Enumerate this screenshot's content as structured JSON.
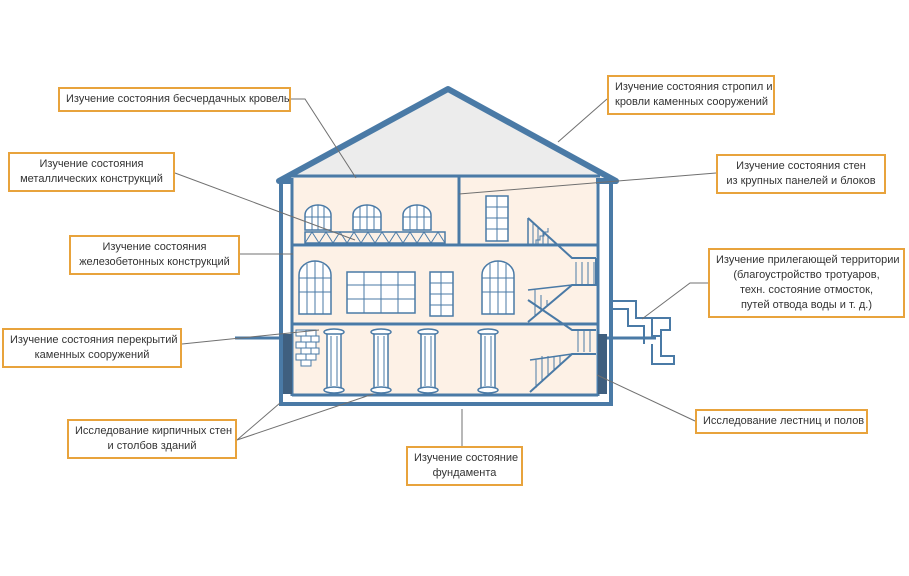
{
  "colors": {
    "outline": "#4a7aa6",
    "room_fill": "#fdf1e6",
    "roof_fill": "#ececec",
    "callout_border": "#e8a33c",
    "leader_line": "#707070"
  },
  "callouts": {
    "roof_ceilingless": [
      "Изучение состояния бесчердачных кровель"
    ],
    "rafters": [
      "Изучение состояния стропил и",
      "кровли каменных сооружений"
    ],
    "metal": [
      "Изучение состояния",
      "металлических конструкций"
    ],
    "panel_walls": [
      "Изучение состояния стен",
      "из крупных панелей и блоков"
    ],
    "concrete": [
      "Изучение состояния",
      "железобетонных конструкций"
    ],
    "territory": [
      "Изучение прилегающей территории",
      "(благоустройство тротуаров,",
      "техн. состояние отмосток,",
      "путей отвода воды и т. д.)"
    ],
    "floors_stone": [
      "Изучение состояния перекрытий",
      "каменных сооружений"
    ],
    "brick_walls": [
      "Исследование кирпичных стен",
      "и столбов зданий"
    ],
    "stairs": [
      "Исследование лестниц и полов"
    ],
    "foundation": [
      "Изучение состояние",
      "фундамента"
    ]
  }
}
